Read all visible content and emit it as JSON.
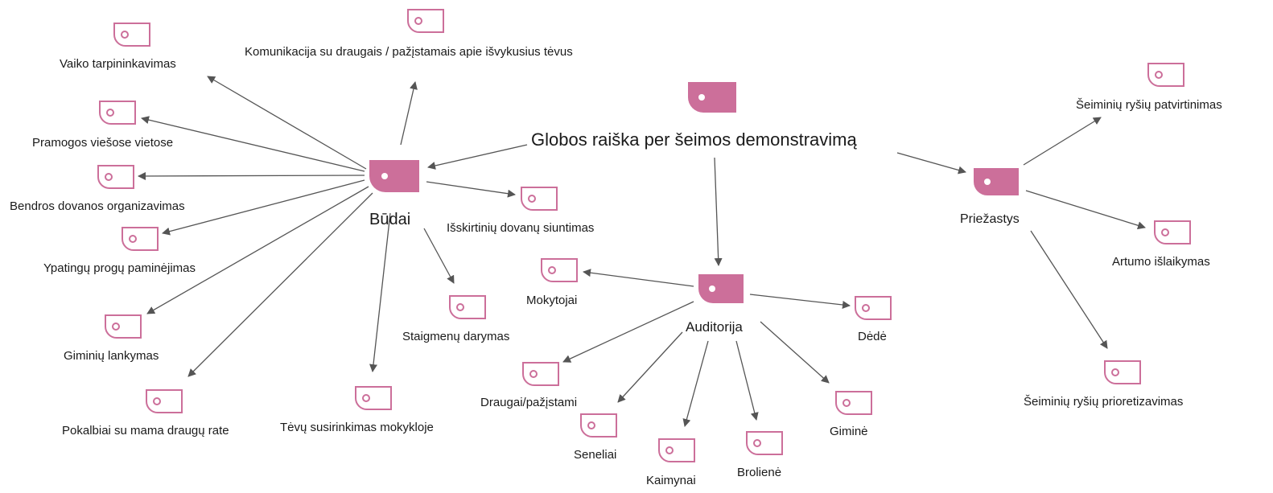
{
  "colors": {
    "accent": "#cc6f9a",
    "edge": "#555555",
    "text": "#1a1a1a",
    "background": "#ffffff"
  },
  "icons": {
    "category": "tag-filled-icon",
    "leaf": "tag-outline-icon"
  },
  "diagram": {
    "root": {
      "id": "root",
      "label": "Globos raiška per šeimos demonstravimą"
    },
    "categories": [
      {
        "id": "budai",
        "label": "Būdai"
      },
      {
        "id": "auditorija",
        "label": "Auditorija"
      },
      {
        "id": "priezastys",
        "label": "Priežastys"
      }
    ],
    "leaves": [
      {
        "id": "vaiko",
        "label": "Vaiko tarpininkavimas"
      },
      {
        "id": "komunikacija",
        "label": "Komunikacija su draugais / pažįstamais apie išvykusius tėvus"
      },
      {
        "id": "pramogos",
        "label": "Pramogos viešose vietose"
      },
      {
        "id": "bendros",
        "label": "Bendros dovanos organizavimas"
      },
      {
        "id": "ypatingu",
        "label": "Ypatingų progų paminėjimas"
      },
      {
        "id": "giminiu",
        "label": "Giminių lankymas"
      },
      {
        "id": "pokalbiai",
        "label": "Pokalbiai su mama draugų rate"
      },
      {
        "id": "tevu",
        "label": "Tėvų susirinkimas mokykloje"
      },
      {
        "id": "staigmenu",
        "label": "Staigmenų darymas"
      },
      {
        "id": "isskirtiniu",
        "label": "Išskirtinių dovanų siuntimas"
      },
      {
        "id": "mokytojai",
        "label": "Mokytojai"
      },
      {
        "id": "draugai",
        "label": "Draugai/pažįstami"
      },
      {
        "id": "seneliai",
        "label": "Seneliai"
      },
      {
        "id": "kaimynai",
        "label": "Kaimynai"
      },
      {
        "id": "broliene",
        "label": "Brolienė"
      },
      {
        "id": "gimine",
        "label": "Giminė"
      },
      {
        "id": "dede",
        "label": "Dėdė"
      },
      {
        "id": "patvirtinimas",
        "label": "Šeiminių ryšių patvirtinimas"
      },
      {
        "id": "artumo",
        "label": "Artumo išlaikymas"
      },
      {
        "id": "prioretizavimas",
        "label": "Šeiminių ryšių prioretizavimas"
      }
    ],
    "edges": [
      {
        "from": "root",
        "to": "budai"
      },
      {
        "from": "root",
        "to": "auditorija"
      },
      {
        "from": "root",
        "to": "priezastys"
      },
      {
        "from": "budai",
        "to": "vaiko"
      },
      {
        "from": "budai",
        "to": "komunikacija"
      },
      {
        "from": "budai",
        "to": "pramogos"
      },
      {
        "from": "budai",
        "to": "bendros"
      },
      {
        "from": "budai",
        "to": "ypatingu"
      },
      {
        "from": "budai",
        "to": "giminiu"
      },
      {
        "from": "budai",
        "to": "pokalbiai"
      },
      {
        "from": "budai",
        "to": "tevu"
      },
      {
        "from": "budai",
        "to": "staigmenu"
      },
      {
        "from": "budai",
        "to": "isskirtiniu"
      },
      {
        "from": "auditorija",
        "to": "mokytojai"
      },
      {
        "from": "auditorija",
        "to": "draugai"
      },
      {
        "from": "auditorija",
        "to": "seneliai"
      },
      {
        "from": "auditorija",
        "to": "kaimynai"
      },
      {
        "from": "auditorija",
        "to": "broliene"
      },
      {
        "from": "auditorija",
        "to": "gimine"
      },
      {
        "from": "auditorija",
        "to": "dede"
      },
      {
        "from": "priezastys",
        "to": "patvirtinimas"
      },
      {
        "from": "priezastys",
        "to": "artumo"
      },
      {
        "from": "priezastys",
        "to": "prioretizavimas"
      }
    ]
  }
}
